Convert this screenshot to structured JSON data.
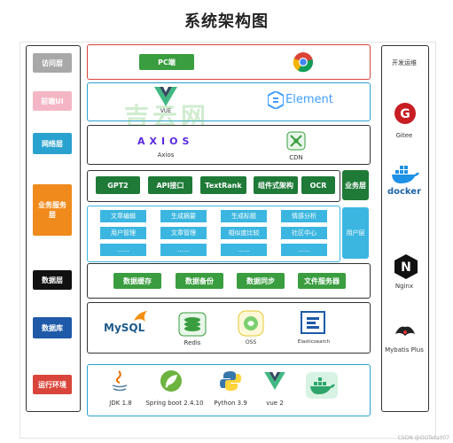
{
  "title": "系统架构图",
  "layers": {
    "access": "访问层",
    "frontend": "前端UI",
    "network": "网络层",
    "service": "业务服务层",
    "data": "数据层",
    "database": "数据库",
    "runtime": "运行环境"
  },
  "access_panel": {
    "pc": "PC端"
  },
  "ui_panel": {
    "vue": "VUE",
    "element": "Element"
  },
  "network_panel": {
    "axios_logo": "AXIOS",
    "axios": "Axios",
    "cdn": "CDN"
  },
  "service_panel": {
    "items": [
      "GPT2",
      "API接口",
      "TextRank",
      "组件式架构",
      "OCR"
    ],
    "side_label": "业务层"
  },
  "user_panel": {
    "row1": [
      "文章编辑",
      "生成摘要",
      "生成标题",
      "情感分析"
    ],
    "row2": [
      "用户管理",
      "文章管理",
      "相似度比较",
      "社区中心"
    ],
    "row3": [
      "……",
      "……",
      "……",
      "……"
    ],
    "side_label": "用户层"
  },
  "data_panel": {
    "items": [
      "数据缓存",
      "数据备份",
      "数据同步",
      "文件服务器"
    ]
  },
  "db_panel": {
    "mysql": "MySQL",
    "redis": "Redis",
    "oss": "OSS",
    "es": "Elasticsearch"
  },
  "runtime_panel": {
    "jdk": "JDK 1.8",
    "spring": "Spring boot 2.4.10",
    "python": "Python 3.9",
    "vue": "vue 2"
  },
  "devops": {
    "title": "开发运维",
    "gitee": "Gitee",
    "docker": "docker",
    "nginx": "Nginx",
    "mybatis": "Mybatis Plus"
  },
  "watermark": "吉云网",
  "footer": "CSDN @OOTeta007",
  "colors": {
    "access": "#a8a8a8",
    "frontend": "#f4b6c4",
    "network": "#2aa2cf",
    "service": "#f08a1c",
    "data": "#111111",
    "database": "#1e5aa8",
    "runtime": "#d9453a",
    "green": "#3a9d3f",
    "dark_green": "#1f7a38",
    "cyan": "#3bb6e0"
  }
}
